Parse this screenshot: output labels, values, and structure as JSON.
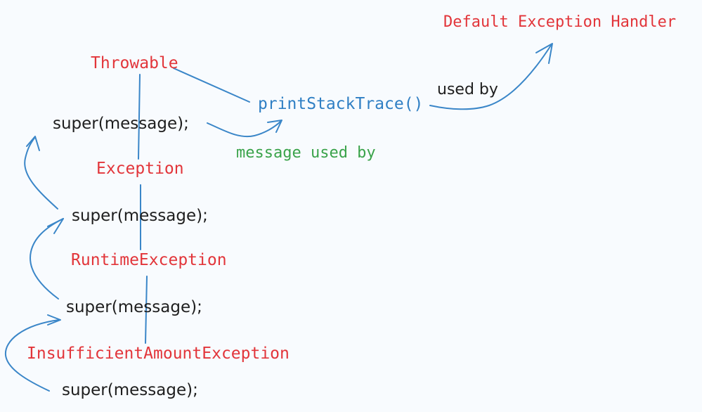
{
  "colors": {
    "background": "#f8fbfe",
    "class_name": "#e2353a",
    "method": "#2f7fc4",
    "message_note": "#3aa34a",
    "text": "#1e1e1e",
    "connector": "#3a86c8"
  },
  "classes": {
    "throwable": "Throwable",
    "exception": "Exception",
    "runtime_exception": "RuntimeException",
    "insufficient_amount_exception": "InsufficientAmountException"
  },
  "super_calls": [
    "super(message);",
    "super(message);",
    "super(message);",
    "super(message);"
  ],
  "method": "printStackTrace()",
  "handler": "Default Exception Handler",
  "notes": {
    "message_used_by": "message used by",
    "used_by": "used by"
  }
}
